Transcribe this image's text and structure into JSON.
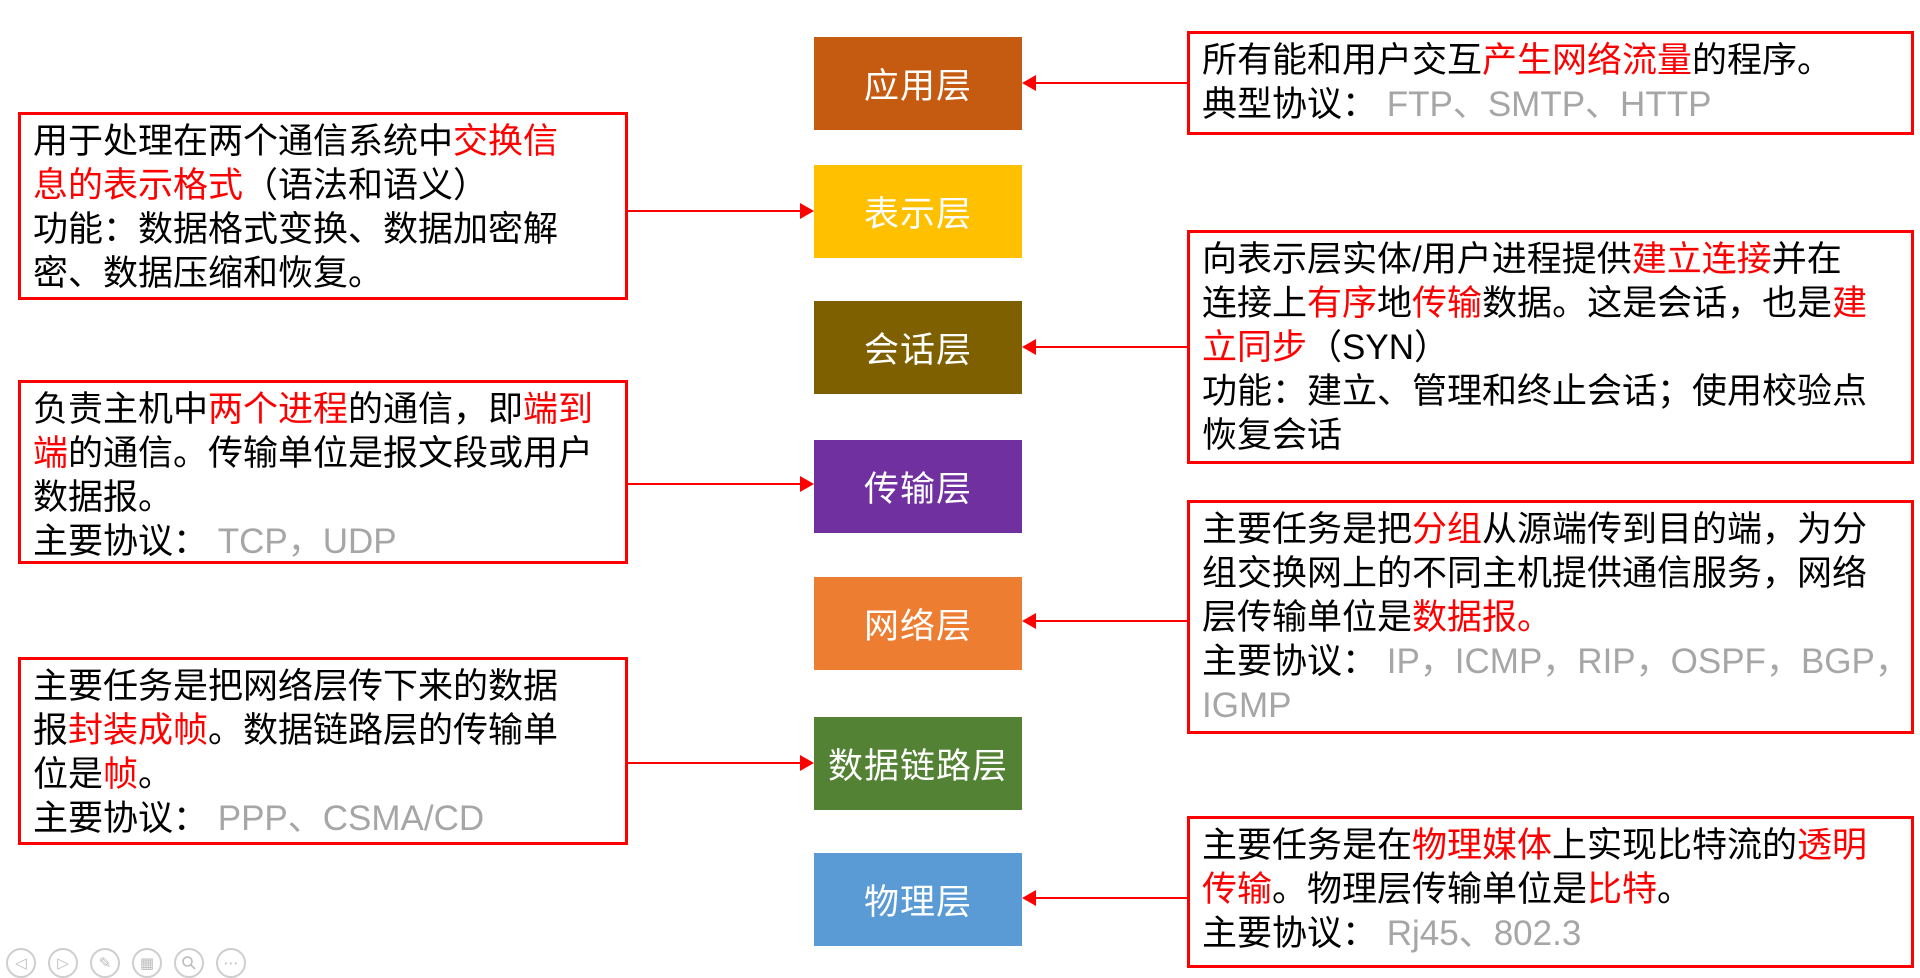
{
  "colors": {
    "red": "#FF0000",
    "gray": "#A6A6A6",
    "black": "#000000",
    "white": "#FFFFFF",
    "border": "#FF0000"
  },
  "layers": [
    {
      "label": "应用层",
      "color": "#C55A11"
    },
    {
      "label": "表示层",
      "color": "#FFC000"
    },
    {
      "label": "会话层",
      "color": "#7F6000"
    },
    {
      "label": "传输层",
      "color": "#7030A0"
    },
    {
      "label": "网络层",
      "color": "#ED7D31"
    },
    {
      "label": "数据链路层",
      "color": "#548235"
    },
    {
      "label": "物理层",
      "color": "#5B9BD5"
    }
  ],
  "annotations": {
    "r1": {
      "target": "应用层",
      "lines": [
        [
          {
            "t": "所有能和用户交互"
          },
          {
            "t": "产生网络流量",
            "c": "red"
          },
          {
            "t": "的程序。"
          }
        ],
        [
          {
            "t": "典型协议： "
          },
          {
            "t": "FTP、SMTP、HTTP",
            "c": "gray"
          }
        ]
      ]
    },
    "l1": {
      "target": "表示层",
      "lines": [
        [
          {
            "t": "用于处理在两个通信系统中"
          },
          {
            "t": "交换信",
            "c": "red"
          }
        ],
        [
          {
            "t": "息的表示格式",
            "c": "red"
          },
          {
            "t": "（语法和语义）"
          }
        ],
        [
          {
            "t": "功能：数据格式变换、数据加密解"
          }
        ],
        [
          {
            "t": "密、数据压缩和恢复。"
          }
        ]
      ]
    },
    "r2": {
      "target": "会话层",
      "lines": [
        [
          {
            "t": "向表示层实体/用户进程提供"
          },
          {
            "t": "建立连接",
            "c": "red"
          },
          {
            "t": "并在"
          }
        ],
        [
          {
            "t": "连接上"
          },
          {
            "t": "有序",
            "c": "red"
          },
          {
            "t": "地"
          },
          {
            "t": "传输",
            "c": "red"
          },
          {
            "t": "数据。这是会话，也是"
          },
          {
            "t": "建",
            "c": "red"
          }
        ],
        [
          {
            "t": "立同步",
            "c": "red"
          },
          {
            "t": "（SYN）"
          }
        ],
        [
          {
            "t": "功能：建立、管理和终止会话；使用校验点"
          }
        ],
        [
          {
            "t": "恢复会话"
          }
        ]
      ]
    },
    "l2": {
      "target": "传输层",
      "lines": [
        [
          {
            "t": "负责主机中"
          },
          {
            "t": "两个进程",
            "c": "red"
          },
          {
            "t": "的通信，即"
          },
          {
            "t": "端到",
            "c": "red"
          }
        ],
        [
          {
            "t": "端",
            "c": "red"
          },
          {
            "t": "的通信。传输单位是报文段或用户"
          }
        ],
        [
          {
            "t": "数据报。"
          }
        ],
        [
          {
            "t": "主要协议： "
          },
          {
            "t": "TCP，UDP",
            "c": "gray"
          }
        ]
      ]
    },
    "r3": {
      "target": "网络层",
      "lines": [
        [
          {
            "t": "主要任务是把"
          },
          {
            "t": "分组",
            "c": "red"
          },
          {
            "t": "从源端传到目的端，为分"
          }
        ],
        [
          {
            "t": "组交换网上的不同主机提供通信服务，网络"
          }
        ],
        [
          {
            "t": "层传输单位是"
          },
          {
            "t": "数据报。",
            "c": "red"
          }
        ],
        [
          {
            "t": "主要协议： "
          },
          {
            "t": "IP，ICMP，RIP，OSPF，BGP，",
            "c": "gray"
          }
        ],
        [
          {
            "t": "IGMP",
            "c": "gray"
          }
        ]
      ]
    },
    "l3": {
      "target": "数据链路层",
      "lines": [
        [
          {
            "t": "主要任务是把网络层传下来的数据"
          }
        ],
        [
          {
            "t": "报"
          },
          {
            "t": "封装成帧",
            "c": "red"
          },
          {
            "t": "。数据链路层的传输单"
          }
        ],
        [
          {
            "t": "位是"
          },
          {
            "t": "帧",
            "c": "red"
          },
          {
            "t": "。"
          }
        ],
        [
          {
            "t": "主要协议： "
          },
          {
            "t": "PPP、CSMA/CD",
            "c": "gray"
          }
        ]
      ]
    },
    "r4": {
      "target": "物理层",
      "lines": [
        [
          {
            "t": "主要任务是在"
          },
          {
            "t": "物理媒体",
            "c": "red"
          },
          {
            "t": "上实现比特流的"
          },
          {
            "t": "透明",
            "c": "red"
          }
        ],
        [
          {
            "t": "传输",
            "c": "red"
          },
          {
            "t": "。物理层传输单位是"
          },
          {
            "t": "比特",
            "c": "red"
          },
          {
            "t": "。"
          }
        ],
        [
          {
            "t": "主要协议： "
          },
          {
            "t": "Rj45、802.3",
            "c": "gray"
          }
        ]
      ]
    }
  },
  "controls": [
    {
      "name": "previous-slide",
      "glyph": "◁"
    },
    {
      "name": "next-slide",
      "glyph": "▷"
    },
    {
      "name": "pen-tools",
      "glyph": "✎"
    },
    {
      "name": "see-all-slides",
      "glyph": "▦"
    },
    {
      "name": "zoom-into-slide",
      "glyph": ""
    },
    {
      "name": "more-options",
      "glyph": "⋯"
    }
  ]
}
